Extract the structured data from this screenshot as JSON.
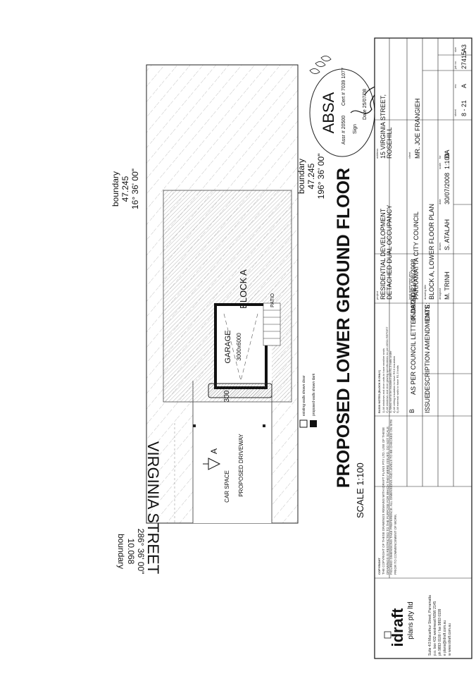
{
  "plan": {
    "title": "PROPOSED LOWER GROUND FLOOR",
    "scale": "SCALE 1:100",
    "street": "VIRGINIA STREET",
    "boundary_top": {
      "label": "boundary",
      "length": "47.245",
      "bearing": "16° 36' 00\""
    },
    "boundary_bottom": {
      "label": "boundary",
      "length": "47.245",
      "bearing": "196° 36' 00\""
    },
    "boundary_front": {
      "label": "boundary",
      "length": "10.068",
      "bearing": "286° 36' 00\""
    },
    "block_label": "BLOCK A",
    "garage_label": "GARAGE",
    "garage_size": "3000x6000",
    "patio_label": "PATIO",
    "car_space_label": "CAR SPACE",
    "driveway_label": "PROPOSED DRIVEWAY",
    "section_marker": "A",
    "dimension_300": "300",
    "legend": {
      "existing": "existing walls shown clear",
      "proposed": "proposed walls shown dark"
    }
  },
  "stamp": {
    "brand": "ABSA",
    "assessor_no": "Assr # 20500",
    "cert_no": "Cert # 7039 1077",
    "sign_label": "Sign",
    "date_label": "Date",
    "date_value": "25/07/08"
  },
  "title_block": {
    "company": "idraft",
    "company_sub": "plans pty ltd",
    "company_contact": [
      "Suite 4/3 Macarthur Street, Parramatta",
      "p.o. box 432 westmead NSW 2145",
      "ph 9893 0100 / fax 9893 0199",
      "e plans@idraft.com.au",
      "w www.idraft.com.au"
    ],
    "copyright_heading": "COPYRIGHT",
    "copyright_text": "THE COPYRIGHT OF THESE DRAWINGS REMAINS WITH IDRAFT PLANS PTY LTD. USE OF THESE DRAWINGS IS RESTRICTED TO THE PURPOSE FOR WHICH THEY WERE ISSUED. DO NOT SCALE. FIGURED DIMENSIONS TAKE PREFERENCE. ALL DIMENSIONS AND LEVELS TO BE CHECKED ON SITE PRIOR TO COMMENCEMENT OF WORK.",
    "basix_heading": "BASIX NOTES (BLOCK B ONLY)",
    "basix_notes": [
      "1) All windows and door units to have weather seals",
      "2) All windows and door glazing specifications as per ABSA REPORT",
      "3) Metal roof to be insulated with R1.3 batts under",
      "4) All ceiling insulation to have R3.0 insulation",
      "5) All external walls to have R1.5 batts"
    ],
    "revision_letter": "B",
    "revision_desc": "AS PER COUNCIL LETTER DATED 21/08/2008",
    "revision_date": "05/09/2008",
    "issue_label": "ISSUE:",
    "description_label": "DESCRIPTION AMENDMENTS",
    "date_label": "DATE:",
    "project_label": "project",
    "project": [
      "RESIDENTIAL DEVELOPMENT",
      "DETACHED DUAL OCCUPANCY"
    ],
    "council_label": "local government area",
    "council": "PARRAMATTA CITY COUNCIL",
    "drawing_label": "drawing title",
    "drawing": "BLOCK A, LOWER FLOOR PLAN",
    "address_label": "address",
    "address": [
      "15 VIRGINIA STREET,",
      "ROSEHILL"
    ],
    "client_label": "client",
    "client": "MR. JOE FRANGIEH",
    "designer_label": "designed",
    "designer": "M. TRINH",
    "drawn_label": "drawn",
    "drawn": "S. ATALAH",
    "date_field_label": "date",
    "date": "30/07/2008",
    "scale_label": "scale",
    "scale": "1:100",
    "for_label": "for",
    "for": "DA",
    "sheet_label": "sheet",
    "sheet": "8 - 21",
    "rev_label": "rev",
    "rev": "A",
    "job_label": "job no.",
    "job": "27415",
    "size_label": "size",
    "size": "A3"
  }
}
